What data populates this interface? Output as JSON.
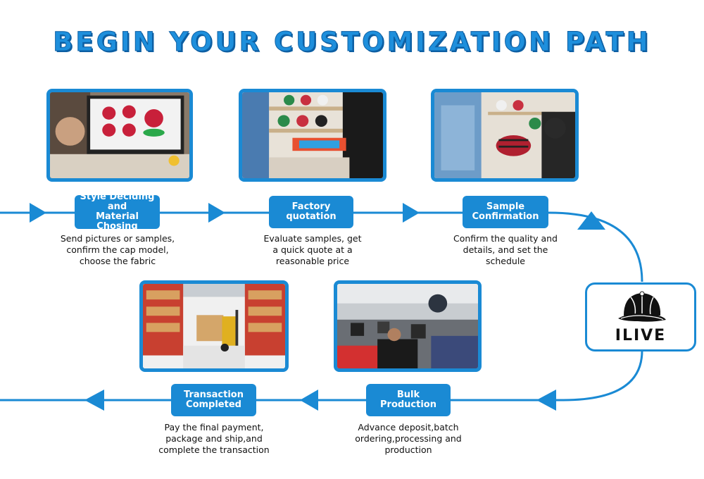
{
  "title": "BEGIN YOUR CUSTOMIZATION PATH",
  "brand": {
    "name": "ILIVE",
    "icon": "baseball-cap-icon"
  },
  "colors": {
    "accent": "#1a8ad4",
    "title": "#1e8fdc"
  },
  "steps": [
    {
      "label": [
        "Style Deciding",
        "and",
        "Material Chosing"
      ],
      "description": "Send pictures or samples,\nconfirm the cap model,\nchoose the fabric",
      "photo": "designer-at-computer-photo"
    },
    {
      "label": [
        "Factory",
        "quotation"
      ],
      "description": "Evaluate samples, get\na quick quote at a\nreasonable price",
      "photo": "fabric-samples-photo"
    },
    {
      "label": [
        "Sample",
        "Confirmation"
      ],
      "description": "Confirm the quality and\ndetails, and set the\nschedule",
      "photo": "cap-inspection-photo"
    },
    {
      "label": [
        "Bulk",
        "Production"
      ],
      "description": "Advance deposit,batch\nordering,processing and\nproduction",
      "photo": "sewing-workshop-photo"
    },
    {
      "label": [
        "Transaction",
        "Completed"
      ],
      "description": "Pay the final payment,\npackage and ship,and\ncomplete the transaction",
      "photo": "warehouse-forklift-photo"
    }
  ]
}
